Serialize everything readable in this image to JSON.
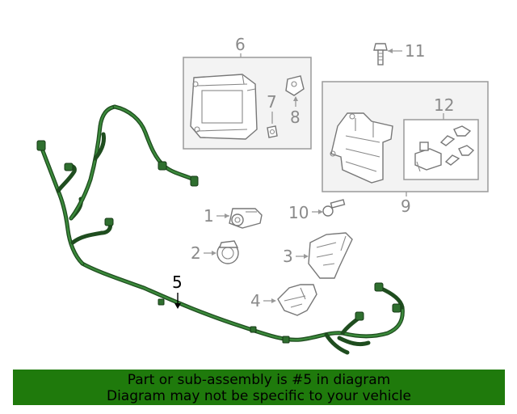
{
  "callouts": {
    "c1": "1",
    "c2": "2",
    "c3": "3",
    "c4": "4",
    "c5": "5",
    "c6": "6",
    "c7": "7",
    "c8": "8",
    "c9": "9",
    "c10": "10",
    "c11": "11",
    "c12": "12"
  },
  "banner": {
    "line1": "Part or sub-assembly is #5 in diagram",
    "line2": "Diagram may not be specific to your vehicle"
  },
  "colors": {
    "banner_bg": "#1f7a0c",
    "harness": "#1f4d1f",
    "callout_grey": "#8a8a8a"
  }
}
